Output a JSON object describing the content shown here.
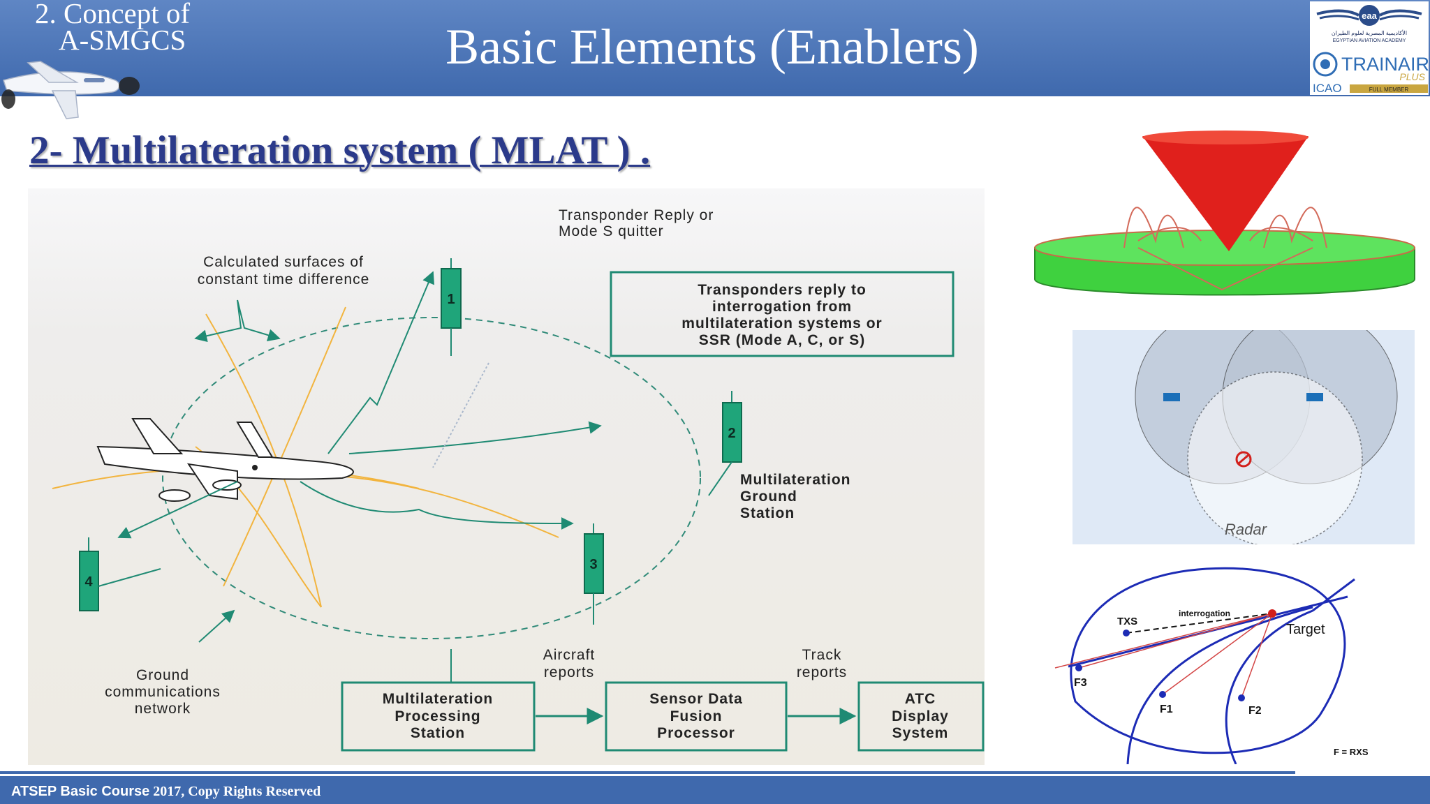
{
  "header": {
    "section": "2.    Concept of",
    "section2": "A-SMGCS",
    "title": "Basic Elements (Enablers)"
  },
  "logo": {
    "arabic": "الأكاديمية المصرية لعلوم الطيران",
    "academy": "EGYPTIAN AVIATION ACADEMY",
    "eaa": "eaa",
    "trainair": "TRAINAIR",
    "plus": "PLUS",
    "icao": "ICAO",
    "member": "FULL MEMBER"
  },
  "subtitle": "2- Multilateration system ( MLAT ) .",
  "diagram": {
    "transponder_reply": [
      "Transponder Reply or",
      "Mode S quitter"
    ],
    "calc_surfaces": [
      "Calculated surfaces of",
      "constant time difference"
    ],
    "box_note": [
      "Transponders reply to",
      "interrogation from",
      "multilateration systems or",
      "SSR (Mode A, C, or S)"
    ],
    "stations": [
      "1",
      "2",
      "3",
      "4"
    ],
    "ground_station": [
      "Multilateration",
      "Ground",
      "Station"
    ],
    "ground_network": [
      "Ground",
      "communications",
      "network"
    ],
    "aircraft_reports": [
      "Aircraft",
      "reports"
    ],
    "track_reports": [
      "Track",
      "reports"
    ],
    "processing_station": [
      "Multilateration",
      "Processing",
      "Station"
    ],
    "fusion": [
      "Sensor Data",
      "Fusion",
      "Processor"
    ],
    "atc": [
      "ATC",
      "Display",
      "System"
    ]
  },
  "radar_label": "Radar",
  "geometry_labels": {
    "txs": "TXS",
    "interrogation": "interrogation",
    "target": "Target",
    "f1": "F1",
    "f2": "F2",
    "f3": "F3",
    "rxs": "F = RXS"
  },
  "footer": {
    "bold": "ATSEP Basic Course",
    "rest": " 2017, Copy Rights Reserved"
  },
  "colors": {
    "header_blue": "#3f69ad",
    "subtitle_navy": "#2b3a8a",
    "station_green": "#1fa57a",
    "cone_red": "#e0201c",
    "disc_green": "#3fd13f"
  }
}
